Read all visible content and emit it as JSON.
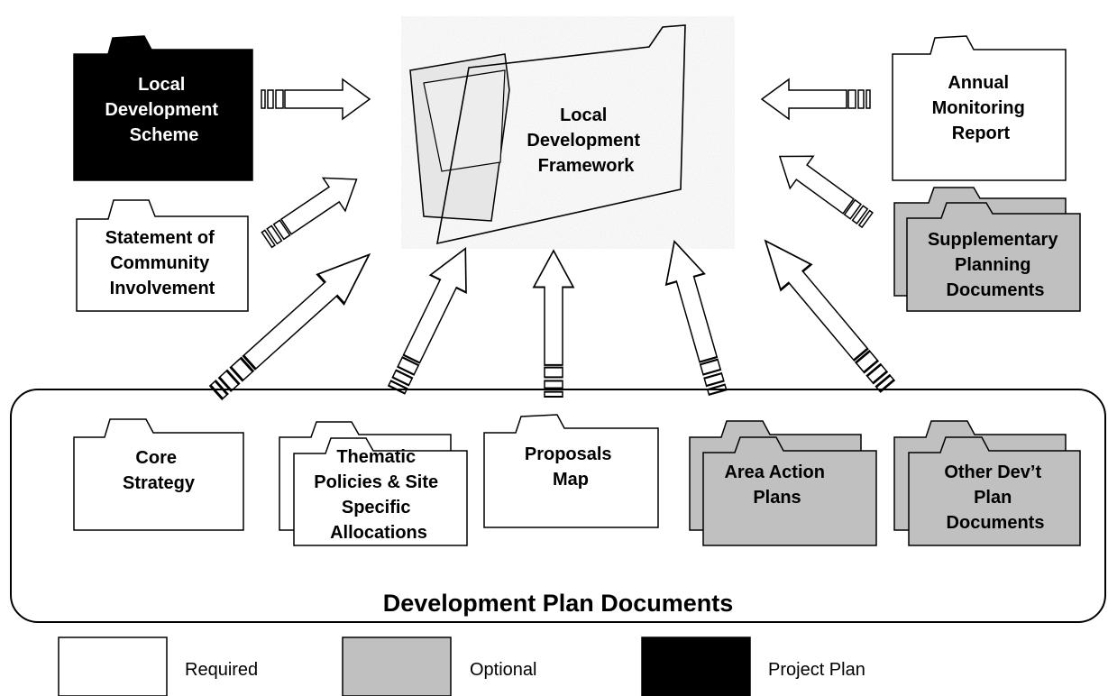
{
  "center": {
    "lines": [
      "Local",
      "Development",
      "Framework"
    ]
  },
  "docs": {
    "lds": {
      "lines": [
        "Local",
        "Development",
        "Scheme"
      ],
      "status": "project-plan"
    },
    "amr": {
      "lines": [
        "Annual",
        "Monitoring",
        "Report"
      ],
      "status": "required"
    },
    "sci": {
      "lines": [
        "Statement of",
        "Community",
        "Involvement"
      ],
      "status": "required"
    },
    "spd": {
      "lines": [
        "Supplementary",
        "Planning",
        "Documents"
      ],
      "status": "optional"
    },
    "core": {
      "lines": [
        "Core",
        "Strategy"
      ],
      "status": "required"
    },
    "them": {
      "lines": [
        "Thematic",
        "Policies & Site",
        "Specific",
        "Allocations"
      ],
      "status": "required"
    },
    "prop": {
      "lines": [
        "Proposals",
        "Map"
      ],
      "status": "required"
    },
    "aap": {
      "lines": [
        "Area Action",
        "Plans"
      ],
      "status": "optional"
    },
    "other": {
      "lines": [
        "Other Dev’t",
        "Plan",
        "Documents"
      ],
      "status": "optional"
    }
  },
  "group": {
    "title": "Development Plan Documents"
  },
  "legend": {
    "required": "Required",
    "optional": "Optional",
    "project_plan": "Project Plan"
  },
  "colors": {
    "required": "#ffffff",
    "optional": "#c0c0c0",
    "project_plan": "#000000",
    "outline": "#000000",
    "texture": "#d6d6d6"
  }
}
